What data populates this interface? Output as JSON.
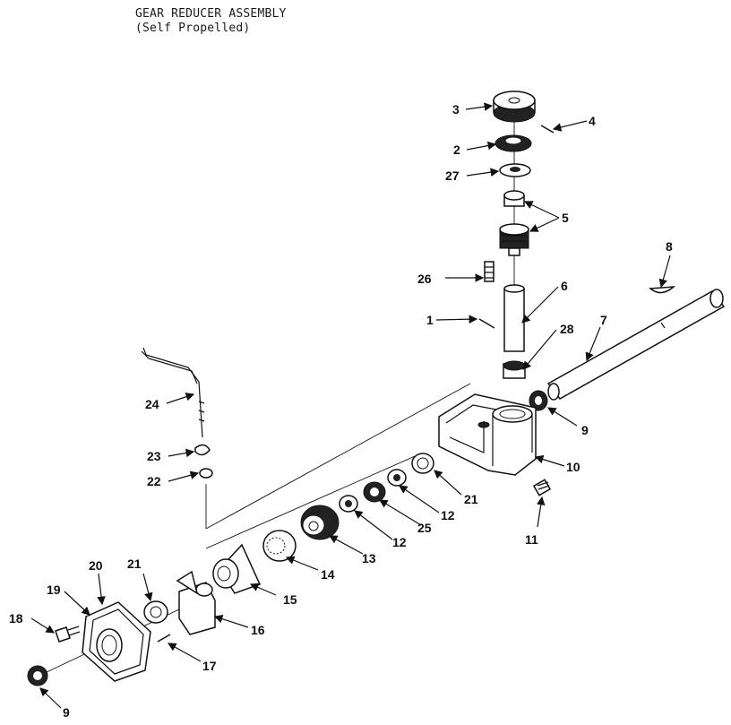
{
  "title": {
    "line1": "GEAR REDUCER ASSEMBLY",
    "line2": "(Self Propelled)"
  },
  "callouts": {
    "c1": "1",
    "c2": "2",
    "c3": "3",
    "c4": "4",
    "c5": "5",
    "c6": "6",
    "c7": "7",
    "c8": "8",
    "c9a": "9",
    "c9b": "9",
    "c10": "10",
    "c11": "11",
    "c12a": "12",
    "c12b": "12",
    "c13": "13",
    "c14": "14",
    "c15": "15",
    "c16": "16",
    "c17": "17",
    "c18": "18",
    "c19": "19",
    "c20": "20",
    "c21a": "21",
    "c21b": "21",
    "c22": "22",
    "c23": "23",
    "c24": "24",
    "c25": "25",
    "c26": "26",
    "c27": "27",
    "c28": "28"
  }
}
